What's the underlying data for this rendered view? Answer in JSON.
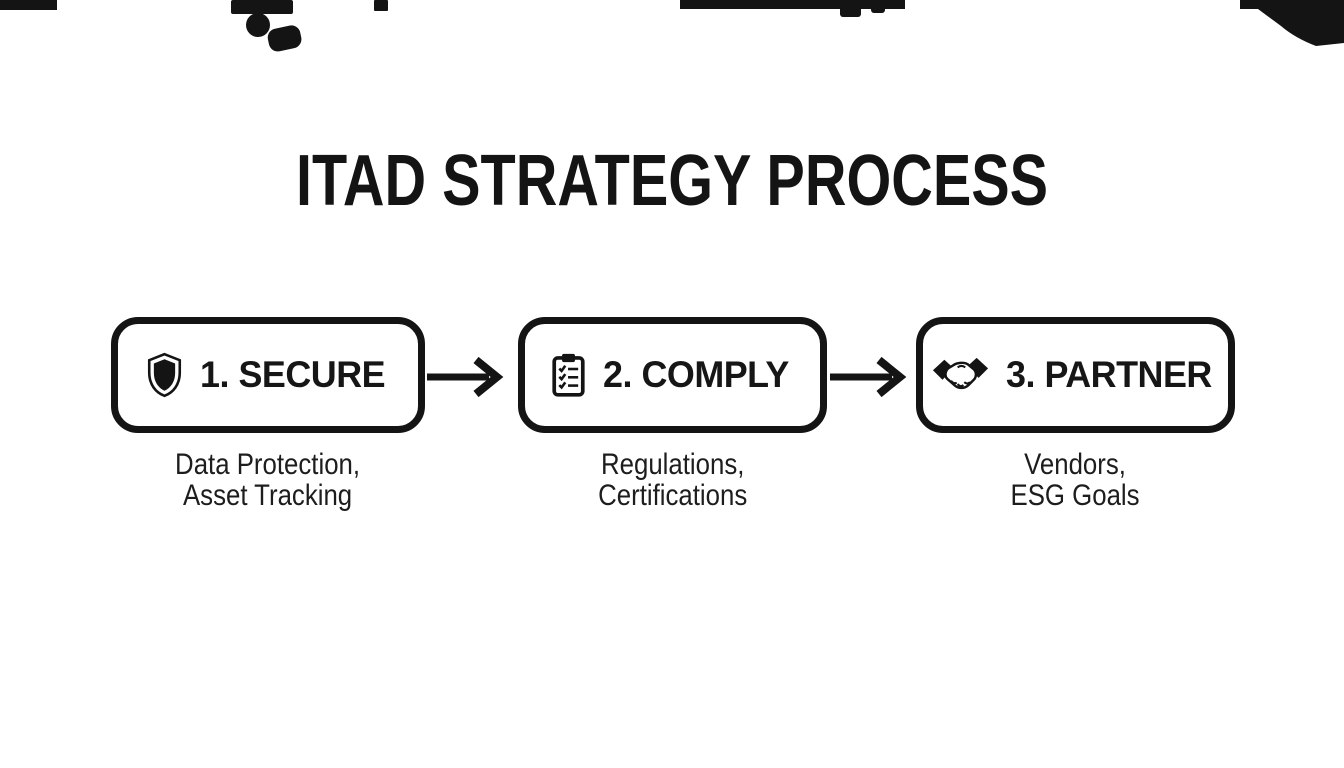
{
  "page": {
    "background_color": "#ffffff",
    "ink_color": "#141414"
  },
  "title": "ITAD STRATEGY PROCESS",
  "steps": [
    {
      "label": "1. SECURE",
      "icon": "shield-icon",
      "sublabel_line1": "Data Protection,",
      "sublabel_line2": "Asset Tracking"
    },
    {
      "label": "2. COMPLY",
      "icon": "clipboard-checklist-icon",
      "sublabel_line1": "Regulations,",
      "sublabel_line2": "Certifications"
    },
    {
      "label": "3. PARTNER",
      "icon": "handshake-icon",
      "sublabel_line1": "Vendors,",
      "sublabel_line2": "ESG Goals"
    }
  ]
}
